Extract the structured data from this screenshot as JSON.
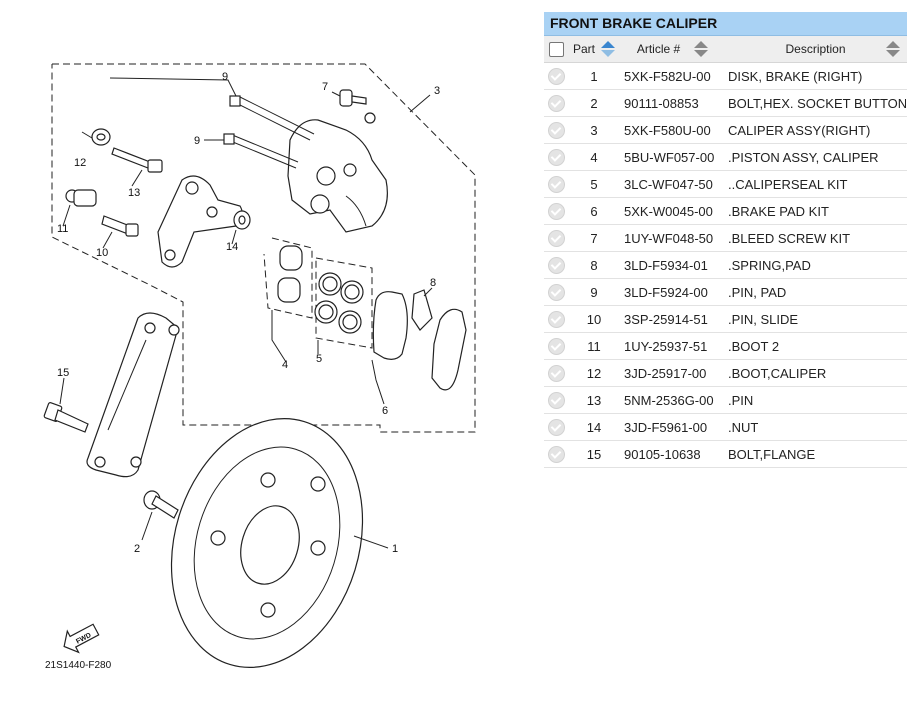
{
  "diagram": {
    "code": "21S1440-F280",
    "fwd_label": "FWD",
    "callouts": [
      "1",
      "2",
      "3",
      "4",
      "5",
      "6",
      "7",
      "8",
      "9",
      "9",
      "10",
      "11",
      "12",
      "13",
      "14",
      "15"
    ]
  },
  "panel": {
    "title": "FRONT BRAKE CALIPER",
    "columns": {
      "part": "Part",
      "article": "Article #",
      "description": "Description"
    },
    "rows": [
      {
        "part": "1",
        "article": "5XK-F582U-00",
        "description": "DISK, BRAKE (RIGHT)"
      },
      {
        "part": "2",
        "article": "90111-08853",
        "description": "BOLT,HEX. SOCKET BUTTON"
      },
      {
        "part": "3",
        "article": "5XK-F580U-00",
        "description": "CALIPER ASSY(RIGHT)"
      },
      {
        "part": "4",
        "article": "5BU-WF057-00",
        "description": ".PISTON ASSY, CALIPER"
      },
      {
        "part": "5",
        "article": "3LC-WF047-50",
        "description": "..CALIPERSEAL KIT"
      },
      {
        "part": "6",
        "article": "5XK-W0045-00",
        "description": ".BRAKE PAD KIT"
      },
      {
        "part": "7",
        "article": "1UY-WF048-50",
        "description": ".BLEED SCREW KIT"
      },
      {
        "part": "8",
        "article": "3LD-F5934-01",
        "description": ".SPRING,PAD"
      },
      {
        "part": "9",
        "article": "3LD-F5924-00",
        "description": ".PIN, PAD"
      },
      {
        "part": "10",
        "article": "3SP-25914-51",
        "description": ".PIN, SLIDE"
      },
      {
        "part": "11",
        "article": "1UY-25937-51",
        "description": ".BOOT 2"
      },
      {
        "part": "12",
        "article": "3JD-25917-00",
        "description": ".BOOT,CALIPER"
      },
      {
        "part": "13",
        "article": "5NM-2536G-00",
        "description": ".PIN"
      },
      {
        "part": "14",
        "article": "3JD-F5961-00",
        "description": ".NUT"
      },
      {
        "part": "15",
        "article": "90105-10638",
        "description": "BOLT,FLANGE"
      }
    ]
  },
  "colors": {
    "header_bg": "#a9d2f4",
    "sort_active": "#3a86cf"
  }
}
